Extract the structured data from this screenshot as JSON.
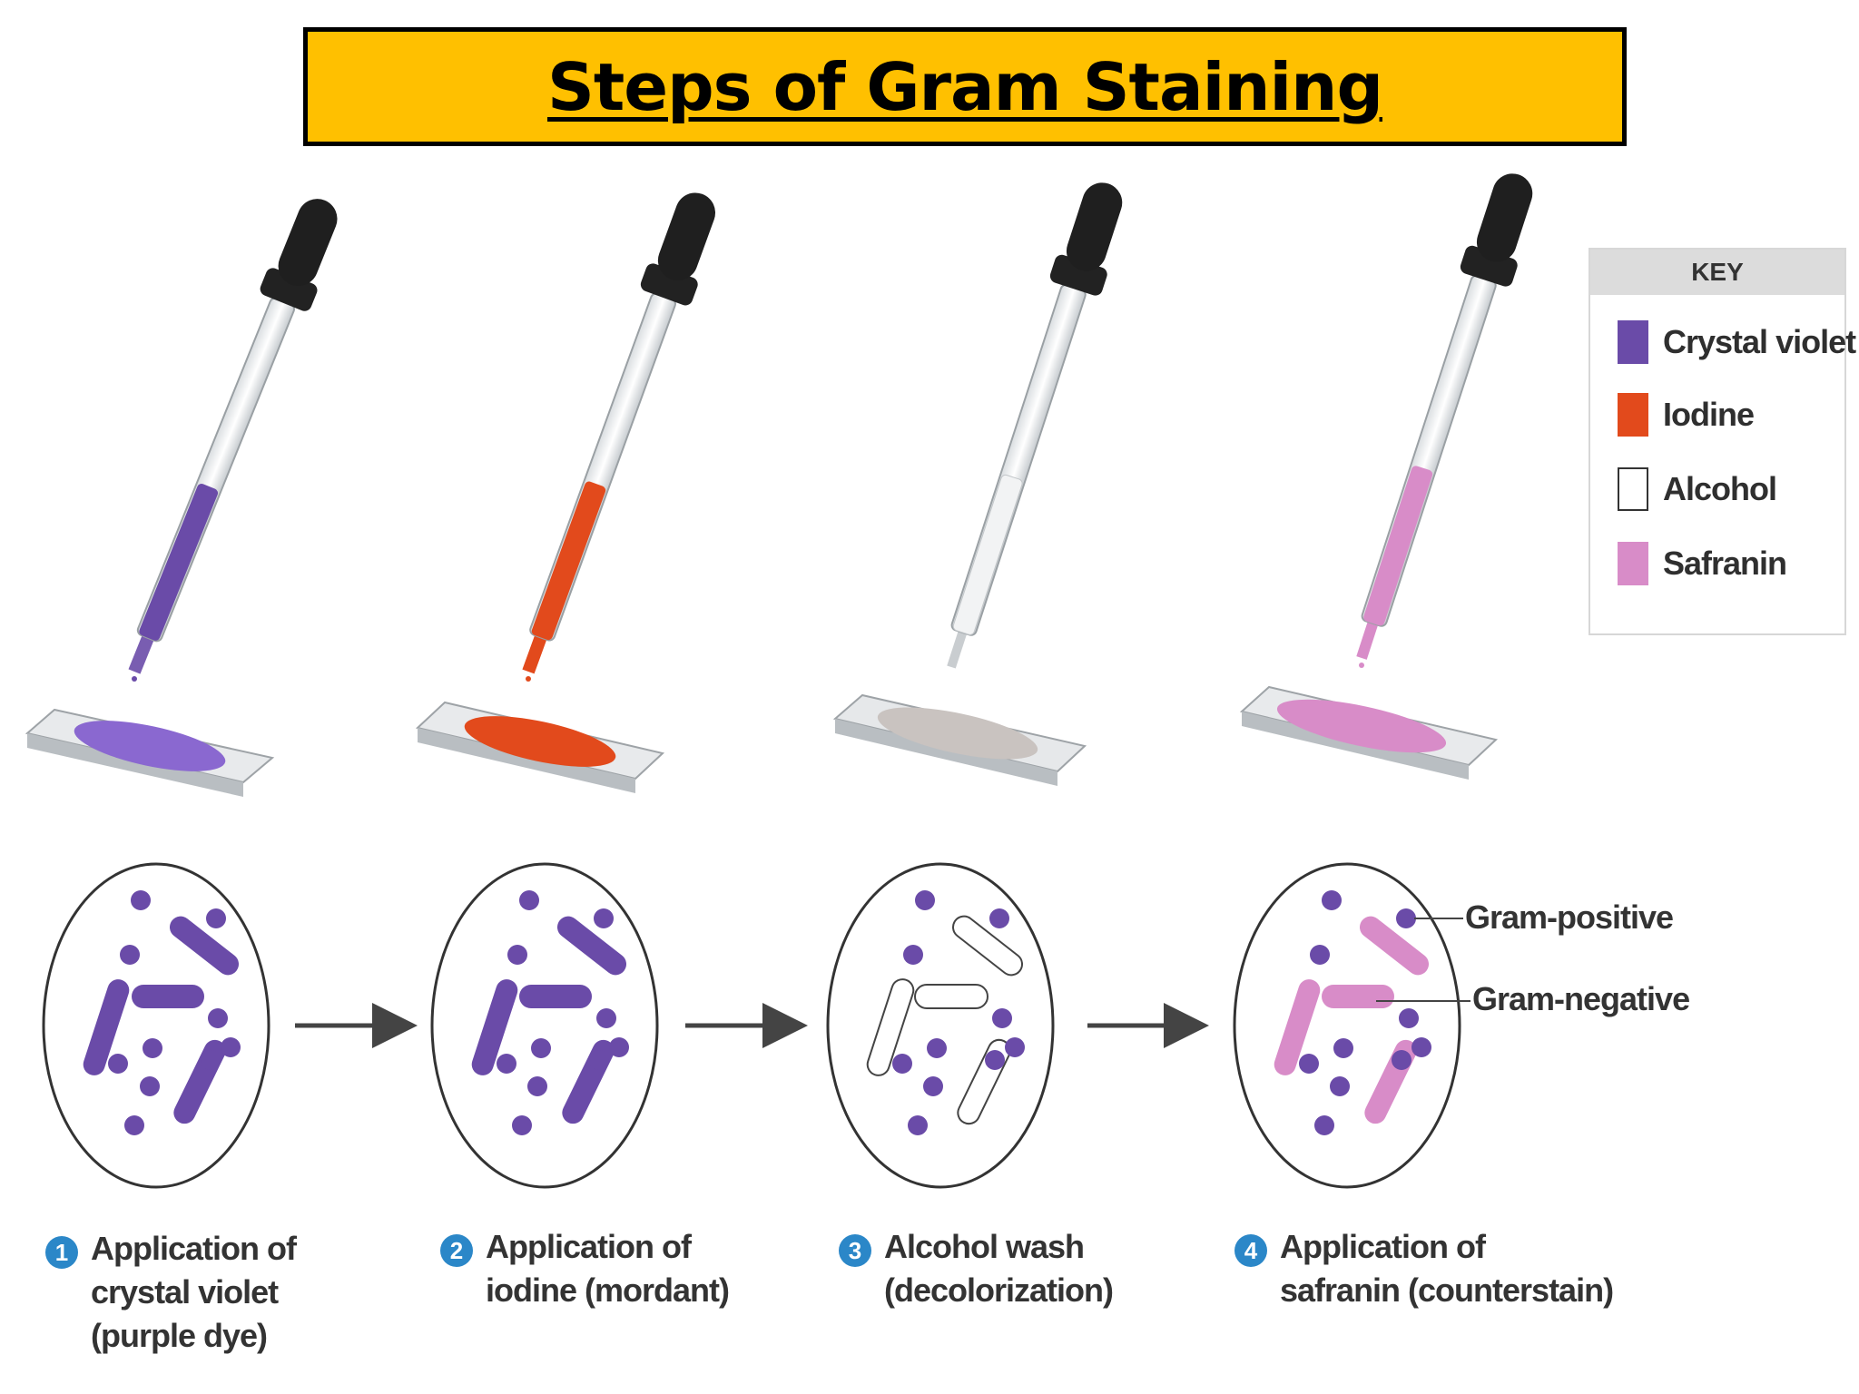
{
  "title": "Steps of Gram Staining",
  "colors": {
    "title_background": "#FFC000",
    "crystal_violet": "#6A4BA8",
    "iodine": "#E24A1C",
    "alcohol": "#FFFFFF",
    "safranin": "#D88CC8"
  },
  "key": {
    "heading": "KEY",
    "items": [
      {
        "label": "Crystal violet",
        "color": "#6A4BA8"
      },
      {
        "label": "Iodine",
        "color": "#E24A1C"
      },
      {
        "label": "Alcohol",
        "color": "#FFFFFF"
      },
      {
        "label": "Safranin",
        "color": "#D88CC8"
      }
    ]
  },
  "steps": [
    {
      "number": "1",
      "lines": [
        "Application of",
        "crystal violet",
        "(purple dye)"
      ]
    },
    {
      "number": "2",
      "lines": [
        "Application of",
        "iodine (mordant)"
      ]
    },
    {
      "number": "3",
      "lines": [
        "Alcohol wash",
        "(decolorization)"
      ]
    },
    {
      "number": "4",
      "lines": [
        "Application of",
        "safranin (counterstain)"
      ]
    }
  ],
  "callouts": {
    "gram_positive": "Gram-positive",
    "gram_negative": "Gram-negative"
  },
  "icons": [
    "dropper-icon",
    "slide-icon",
    "arrow-right-icon"
  ]
}
